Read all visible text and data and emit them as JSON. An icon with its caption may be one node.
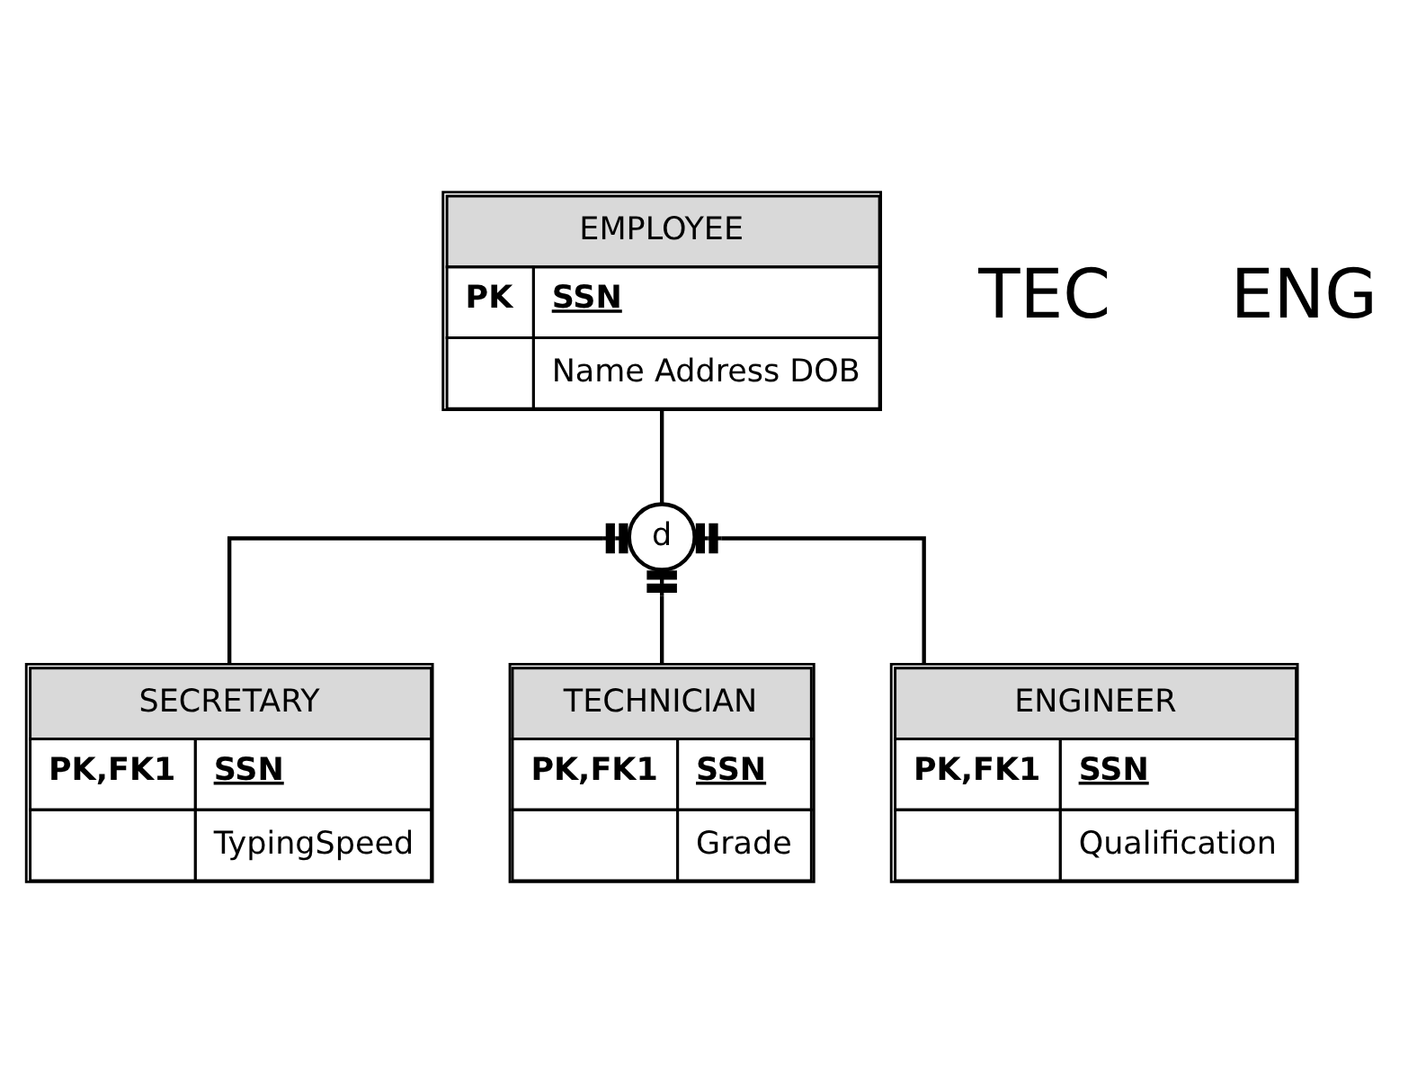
{
  "diagram": {
    "nodes": [
      {
        "text": [
          "EMPLOYEE",
          "PK",
          "SSN",
          "Name Address DOB"
        ]
      },
      {
        "text": [
          "d"
        ]
      },
      {
        "text": [
          "SECRETARY",
          "PK,FK1",
          "SSN",
          "TypingSpeed"
        ]
      },
      {
        "text": [
          "TECHNICIAN",
          "PK,FK1",
          "SSN",
          "Grade"
        ]
      },
      {
        "text": [
          "ENGINEER",
          "PK,FK1",
          "SSN",
          "Qualification"
        ]
      }
    ],
    "edges": [
      {
        "from": 0,
        "to": 1,
        "arrow": "none"
      },
      {
        "from": 1,
        "to": 2,
        "arrow": "other"
      },
      {
        "from": 1,
        "to": 3,
        "arrow": "other"
      },
      {
        "from": 1,
        "to": 4,
        "arrow": "other"
      }
    ],
    "labels": [
      "TEC",
      "ENG"
    ]
  }
}
